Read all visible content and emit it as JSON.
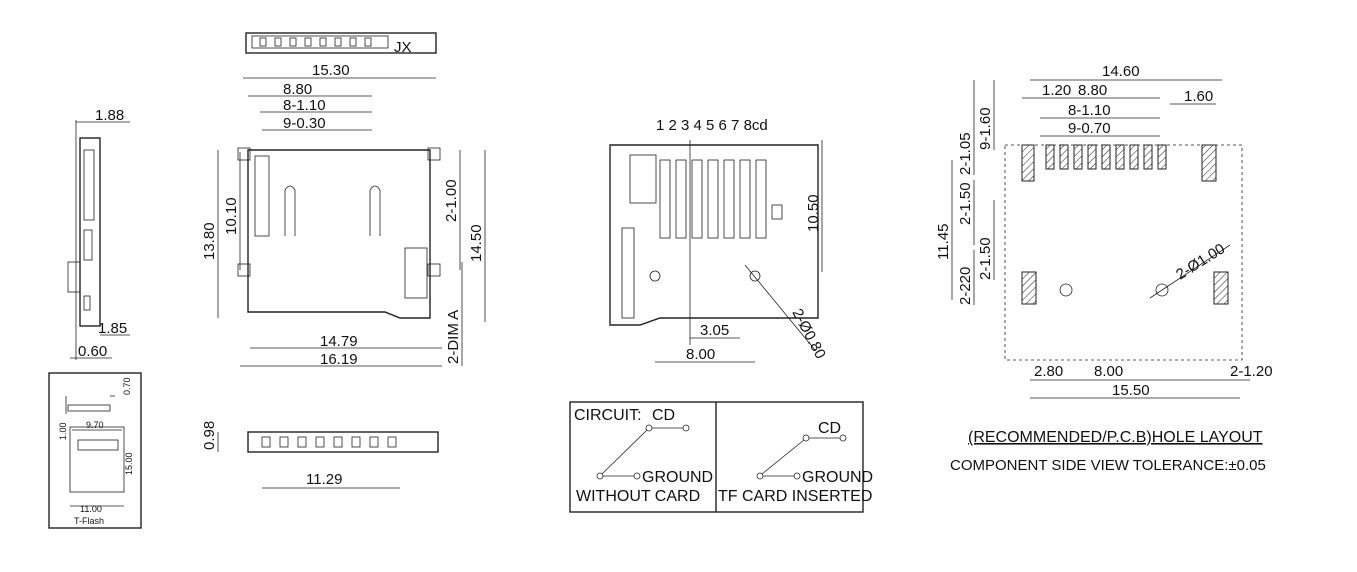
{
  "side_view": {
    "d1": "1.88",
    "d2": "1.85",
    "d3": "0.60"
  },
  "inset": {
    "d_070": "0.70",
    "d_970": "9.70",
    "d_100": "1.00",
    "d_1500": "15.00",
    "d_1100": "11.00",
    "name": "T-Flash"
  },
  "top_view": {
    "d_1530": "15.30",
    "d_880": "8.80",
    "d_8x110": "8-1.10",
    "d_9x030": "9-0.30"
  },
  "main_view": {
    "d_1380": "13.80",
    "d_1010": "10.10",
    "d_2x100": "2-1.00",
    "d_1450": "14.50",
    "d_dima": "2-DIM A",
    "d_1479": "14.79",
    "d_1619": "16.19"
  },
  "bottom_view": {
    "d_098": "0.98",
    "d_1129": "11.29"
  },
  "pin_view": {
    "pins": "1 2 3 4 5 6 7 8cd",
    "d_1050": "10.50",
    "d_305": "3.05",
    "d_800": "8.00",
    "d_hole": "2-Ø0.80"
  },
  "circuit": {
    "title": "CIRCUIT:",
    "cd": "CD",
    "ground": "GROUND",
    "without": "WITHOUT CARD",
    "inserted": "TF CARD INSERTED"
  },
  "layout": {
    "d_1460": "14.60",
    "d_120": "1.20",
    "d_880": "8.80",
    "d_8x110": "8-1.10",
    "d_9x070": "9-0.70",
    "d_160": "1.60",
    "d_2x105": "2-1.05",
    "d_9x160": "9-1.60",
    "d_2x150a": "2-1.50",
    "d_2x150b": "2-1.50",
    "d_1145": "11.45",
    "d_2x220": "2-220",
    "d_hole": "2-Ø1.00",
    "d_280": "2.80",
    "d_800": "8.00",
    "d_2x120": "2-1.20",
    "d_1550": "15.50",
    "caption1": "(RECOMMENDED/P.C.B)HOLE LAYOUT",
    "caption2": "COMPONENT SIDE VIEW TOLERANCE:±0.05"
  }
}
